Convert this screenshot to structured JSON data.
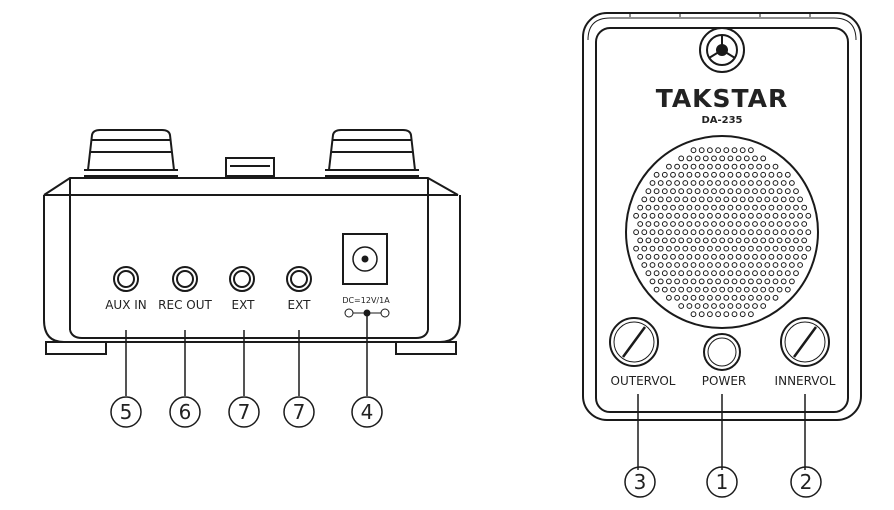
{
  "rear_view": {
    "ports": [
      {
        "label": "AUX IN",
        "number": "5"
      },
      {
        "label": "REC OUT",
        "number": "6"
      },
      {
        "label": "EXT",
        "number": "7"
      },
      {
        "label": "EXT",
        "number": "7"
      }
    ],
    "dc_jack": {
      "label": "DC=12V/1A",
      "number": "4"
    }
  },
  "front_view": {
    "brand": "TAKSTAR",
    "model": "DA-235",
    "controls": [
      {
        "label": "OUTERVOL",
        "number": "3"
      },
      {
        "label": "POWER",
        "number": "1"
      },
      {
        "label": "INNERVOL",
        "number": "2"
      }
    ]
  },
  "colors": {
    "line": "#1a1a1a",
    "background": "#ffffff"
  }
}
